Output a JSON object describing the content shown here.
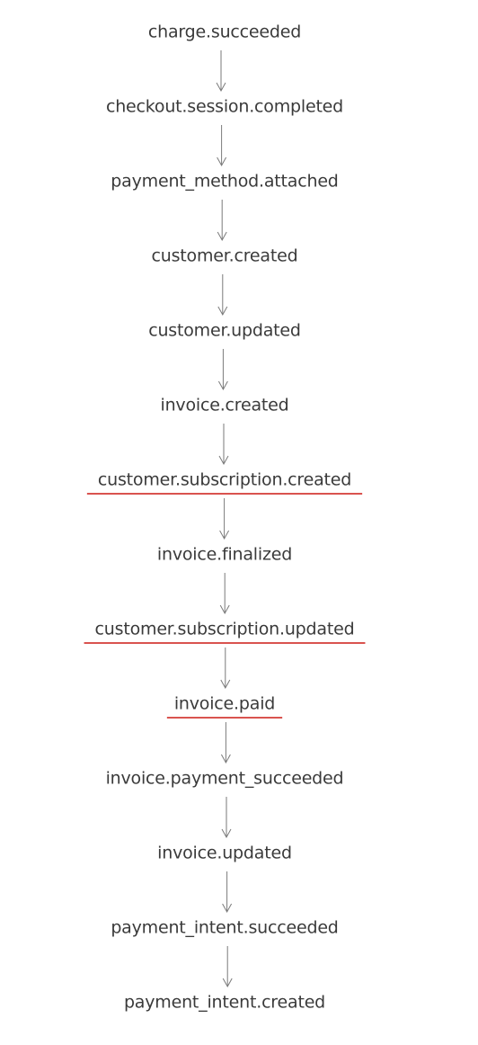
{
  "flow": {
    "accent_color": "#d9534f",
    "steps": [
      {
        "label": "charge.succeeded",
        "highlighted": false
      },
      {
        "label": "checkout.session.completed",
        "highlighted": false
      },
      {
        "label": "payment_method.attached",
        "highlighted": false
      },
      {
        "label": "customer.created",
        "highlighted": false
      },
      {
        "label": "customer.updated",
        "highlighted": false
      },
      {
        "label": "invoice.created",
        "highlighted": false
      },
      {
        "label": "customer.subscription.created",
        "highlighted": true
      },
      {
        "label": "invoice.finalized",
        "highlighted": false
      },
      {
        "label": "customer.subscription.updated",
        "highlighted": true
      },
      {
        "label": "invoice.paid",
        "highlighted": true
      },
      {
        "label": "invoice.payment_succeeded",
        "highlighted": false
      },
      {
        "label": "invoice.updated",
        "highlighted": false
      },
      {
        "label": "payment_intent.succeeded",
        "highlighted": false
      },
      {
        "label": "payment_intent.created",
        "highlighted": false
      }
    ]
  }
}
